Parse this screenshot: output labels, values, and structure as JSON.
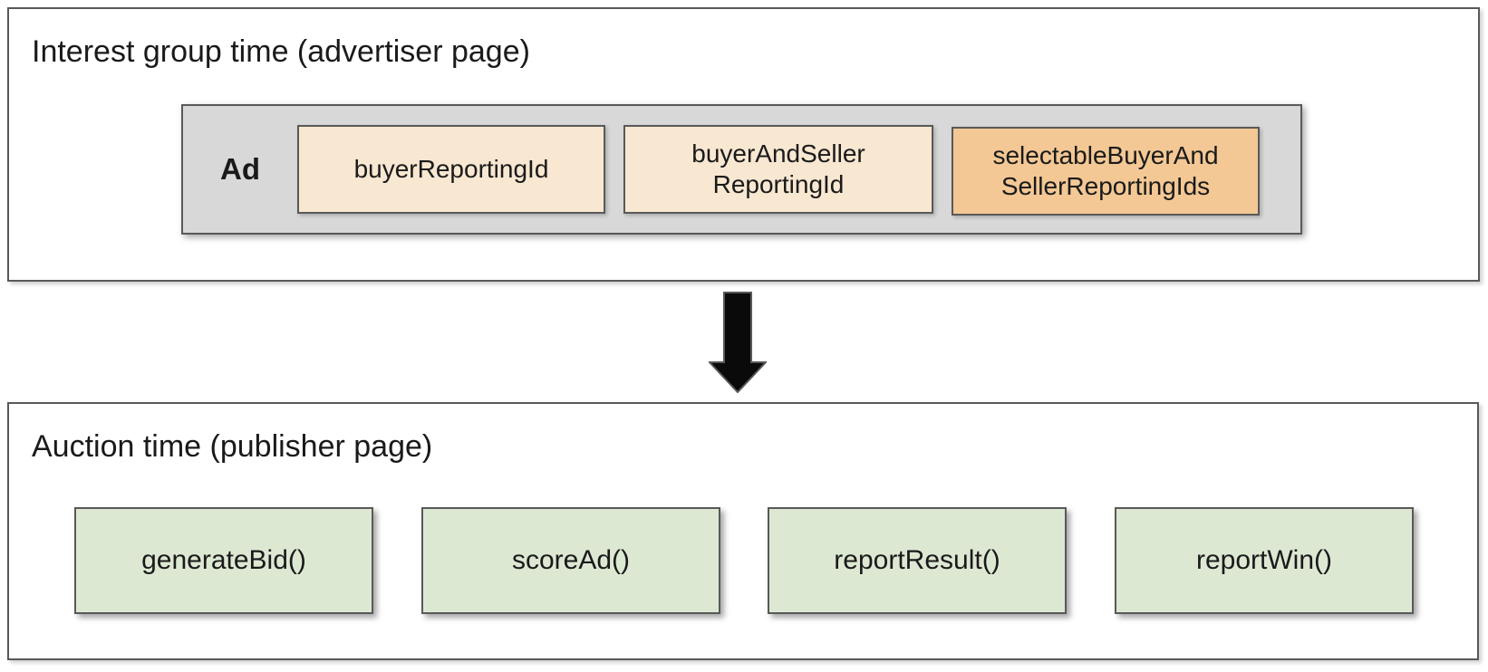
{
  "colors": {
    "border": "#595959",
    "container-gray": "#d8d8d8",
    "peach": "#f8e7d1",
    "orange": "#f3c894",
    "green": "#dde8d3",
    "text": "#1a1a1a",
    "arrow": "#0a0a0a"
  },
  "top_section": {
    "title": "Interest group time (advertiser page)",
    "ad_container": {
      "label": "Ad",
      "boxes": [
        {
          "label": "buyerReportingId",
          "variant": "peach"
        },
        {
          "label": "buyerAndSeller\nReportingId",
          "variant": "peach"
        },
        {
          "label": "selectableBuyerAnd\nSellerReportingIds",
          "variant": "orange"
        }
      ]
    }
  },
  "arrow": {
    "name": "down-arrow"
  },
  "bottom_section": {
    "title": "Auction time (publisher page)",
    "boxes": [
      {
        "label": "generateBid()"
      },
      {
        "label": "scoreAd()"
      },
      {
        "label": "reportResult()"
      },
      {
        "label": "reportWin()"
      }
    ]
  }
}
